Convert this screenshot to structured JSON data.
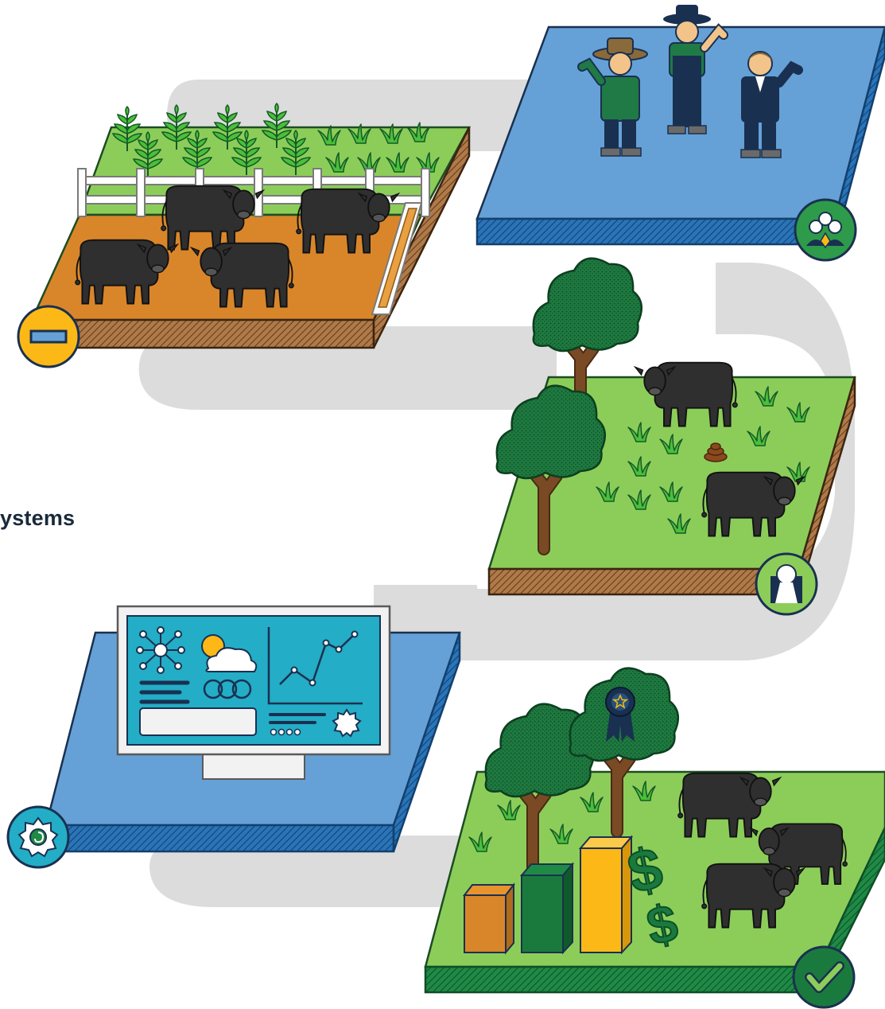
{
  "heading": {
    "text": "ystems"
  },
  "colors": {
    "path": "#dcdcdc",
    "grass": "#8ccd5a",
    "dirt": "#d9862a",
    "soil": "#9c6a3c",
    "blue_panel": "#65a1d6",
    "blue_edge": "#1d64a9",
    "dark_green": "#1a7a3e",
    "yellow": "#fbb817",
    "navy": "#1a3050",
    "cow": "#2f2f2f",
    "tree": "#1b6b3a",
    "trunk": "#7a4a25",
    "screen": "#23adc6"
  },
  "panels": [
    {
      "id": "feedlot",
      "badge_icon": "minus-icon",
      "badge_color": "#fbb817"
    },
    {
      "id": "people",
      "badge_icon": "community-icon",
      "badge_color": "#2e9b4a"
    },
    {
      "id": "pasture",
      "badge_icon": "keyhole-icon",
      "badge_color": "#8ccd5a"
    },
    {
      "id": "technology",
      "badge_icon": "gear-icon",
      "badge_color": "#23adc6"
    },
    {
      "id": "outcome",
      "badge_icon": "checkmark-icon",
      "badge_color": "#1a7a3e"
    }
  ],
  "money_symbols": [
    "$",
    "$"
  ]
}
